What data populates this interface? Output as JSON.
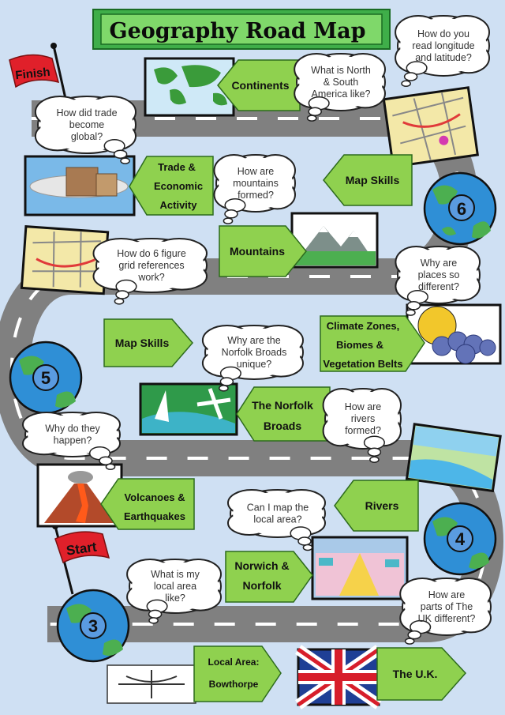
{
  "title": "Geography Road Map",
  "finish_label": "Finish",
  "start_label": "Start",
  "year_numbers": [
    "3",
    "4",
    "5",
    "6"
  ],
  "topics": [
    "Local Area:",
    "Bowthorpe",
    "The U.K.",
    "Norwich &",
    "Norfolk",
    "Rivers",
    "Volcanoes &",
    "Earthquakes",
    "The Norfolk",
    "Broads",
    "Climate Zones,",
    "Biomes &",
    "Vegetation Belts",
    "Map Skills",
    "Mountains",
    "Trade &",
    "Economic",
    "Activity",
    "Continents"
  ],
  "questions": [
    [
      "What is my",
      "local area",
      "like?"
    ],
    [
      "How are",
      "parts of The",
      "UK different?"
    ],
    [
      "Can I map the",
      "local area?"
    ],
    [
      "How are",
      "rivers",
      "formed?"
    ],
    [
      "Why do they",
      "happen?"
    ],
    [
      "Why are the",
      "Norfolk Broads",
      "unique?"
    ],
    [
      "Why are",
      "places so",
      "different?"
    ],
    [
      "How do 6 figure",
      "grid references",
      "work?"
    ],
    [
      "How are",
      "mountains",
      "formed?"
    ],
    [
      "How did trade",
      "become",
      "global?"
    ],
    [
      "What is North",
      "& South",
      "America like?"
    ],
    [
      "How do you",
      "read longitude",
      "and latitude?"
    ]
  ],
  "colors": {
    "background": "#cfe0f3",
    "road": "#8c8c8c",
    "arrow_green": "#8fd14f",
    "title_green": "#3fae49",
    "flag_red": "#e0202a",
    "globe_ocean": "#2f8fd6",
    "globe_land": "#4caf50"
  },
  "icons": [
    "globe-icon",
    "flag-icon",
    "thought-bubble-icon"
  ]
}
